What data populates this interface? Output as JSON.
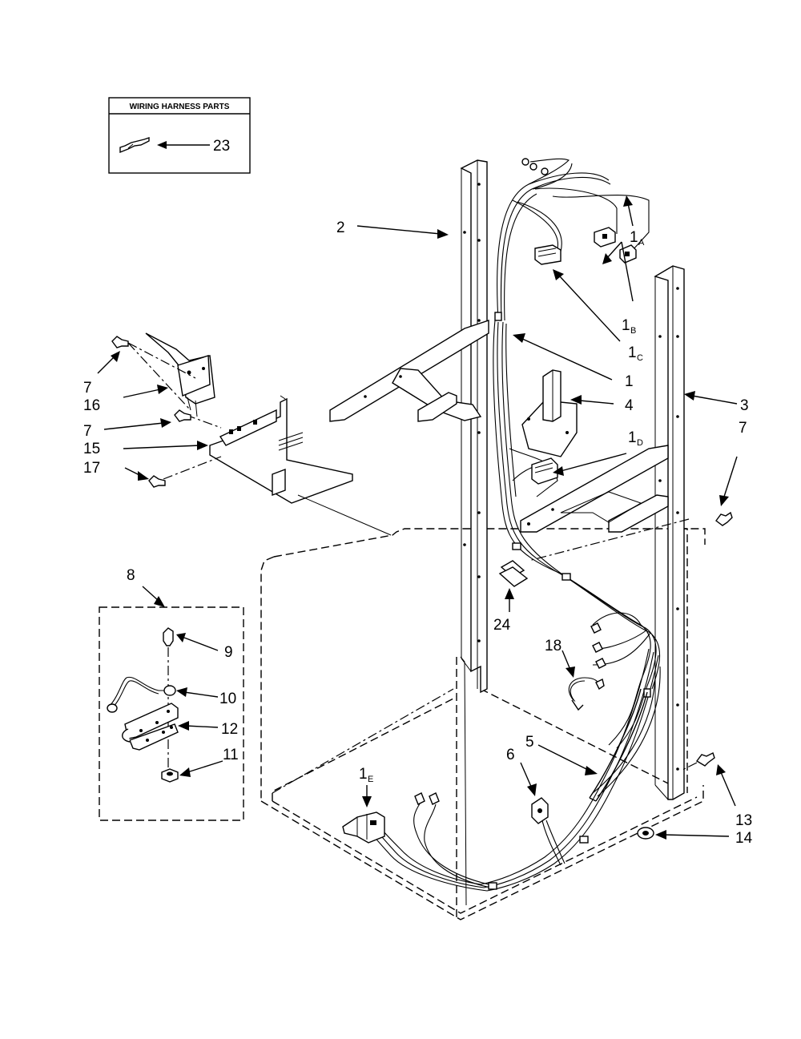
{
  "wiring_harness_box": {
    "title": "WIRING HARNESS PARTS",
    "part_label": "23"
  },
  "callouts": {
    "c2": "2",
    "c1a": {
      "main": "1",
      "sub": "A"
    },
    "c1b": {
      "main": "1",
      "sub": "B"
    },
    "c1c": {
      "main": "1",
      "sub": "C"
    },
    "c1": "1",
    "c4": "4",
    "c3": "3",
    "c7_right": "7",
    "c1d": {
      "main": "1",
      "sub": "D"
    },
    "c7_top": "7",
    "c16": "16",
    "c7_mid": "7",
    "c15": "15",
    "c17": "17",
    "c8": "8",
    "c9": "9",
    "c10": "10",
    "c12": "12",
    "c11": "11",
    "c24": "24",
    "c18": "18",
    "c5": "5",
    "c6": "6",
    "c1e": {
      "main": "1",
      "sub": "E"
    },
    "c13": "13",
    "c14": "14"
  }
}
